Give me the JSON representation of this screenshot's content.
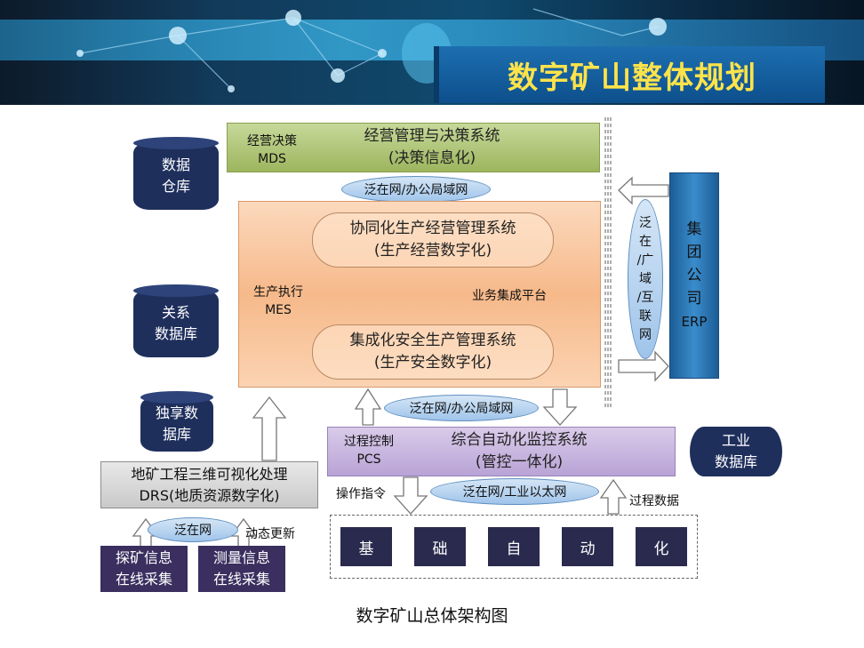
{
  "title": "数字矿山整体规划",
  "caption": "数字矿山总体架构图",
  "cylinders": {
    "data_warehouse": [
      "数据",
      "仓库"
    ],
    "relational_db": [
      "关系",
      "数据库"
    ],
    "exclusive_db": [
      "独享数",
      "据库"
    ],
    "industrial_db": [
      "工业",
      "数据库"
    ]
  },
  "mds": {
    "label_line1": "经营决策",
    "label_line2": "MDS",
    "system": "经营管理与决策系统",
    "subtitle": "(决策信息化)"
  },
  "networks": {
    "office_wan_1": "泛在网/办公局域网",
    "office_wan_2": "泛在网/办公局域网",
    "industrial_eth": "泛在网/工业以太网",
    "ubiquitous": "泛在网",
    "wide_area": [
      "泛",
      "在",
      "/广",
      "域",
      "/互",
      "联",
      "网"
    ]
  },
  "mes": {
    "label_line1": "生产执行",
    "label_line2": "MES",
    "system1": "协同化生产经营管理系统",
    "system1_sub": "(生产经营数字化)",
    "platform": "业务集成平台",
    "system2": "集成化安全生产管理系统",
    "system2_sub": "(生产安全数字化)"
  },
  "erp": {
    "chars": [
      "集",
      "团",
      "公",
      "司"
    ],
    "code": "ERP"
  },
  "pcs": {
    "label_line1": "过程控制",
    "label_line2": "PCS",
    "system": "综合自动化监控系统",
    "subtitle": "(管控一体化)"
  },
  "drs": {
    "line1": "地矿工程三维可视化处理",
    "line2": "DRS(地质资源数字化)"
  },
  "labels": {
    "operation_cmd": "操作指令",
    "process_data": "过程数据",
    "dynamic_update": "动态更新"
  },
  "base": [
    "基",
    "础",
    "自",
    "动",
    "化"
  ],
  "sensors": {
    "exploration": [
      "探矿信息",
      "在线采集"
    ],
    "survey": [
      "测量信息",
      "在线采集"
    ]
  }
}
